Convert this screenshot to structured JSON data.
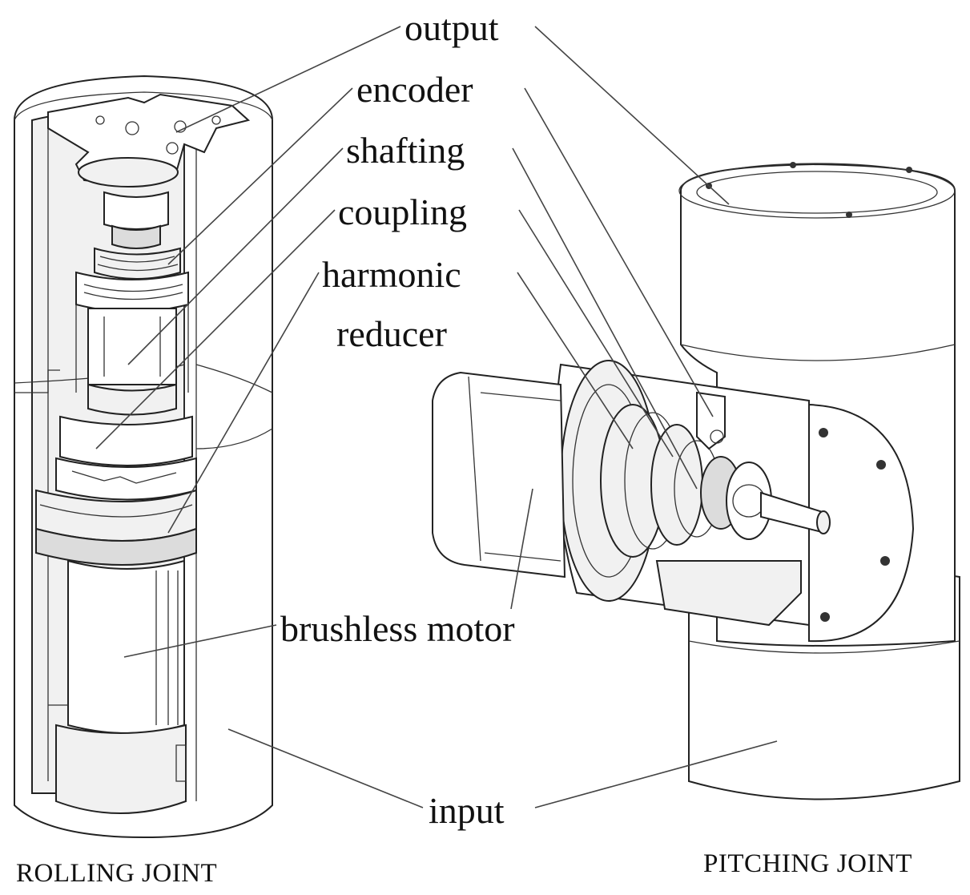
{
  "labels": {
    "output": "output",
    "encoder": "encoder",
    "shafting": "shafting",
    "coupling": "coupling",
    "harmonic": "harmonic",
    "reducer": "reducer",
    "brushless_motor": "brushless motor",
    "input": "input"
  },
  "captions": {
    "rolling_joint": "ROLLING JOINT",
    "pitching_joint": "PITCHING JOINT"
  }
}
